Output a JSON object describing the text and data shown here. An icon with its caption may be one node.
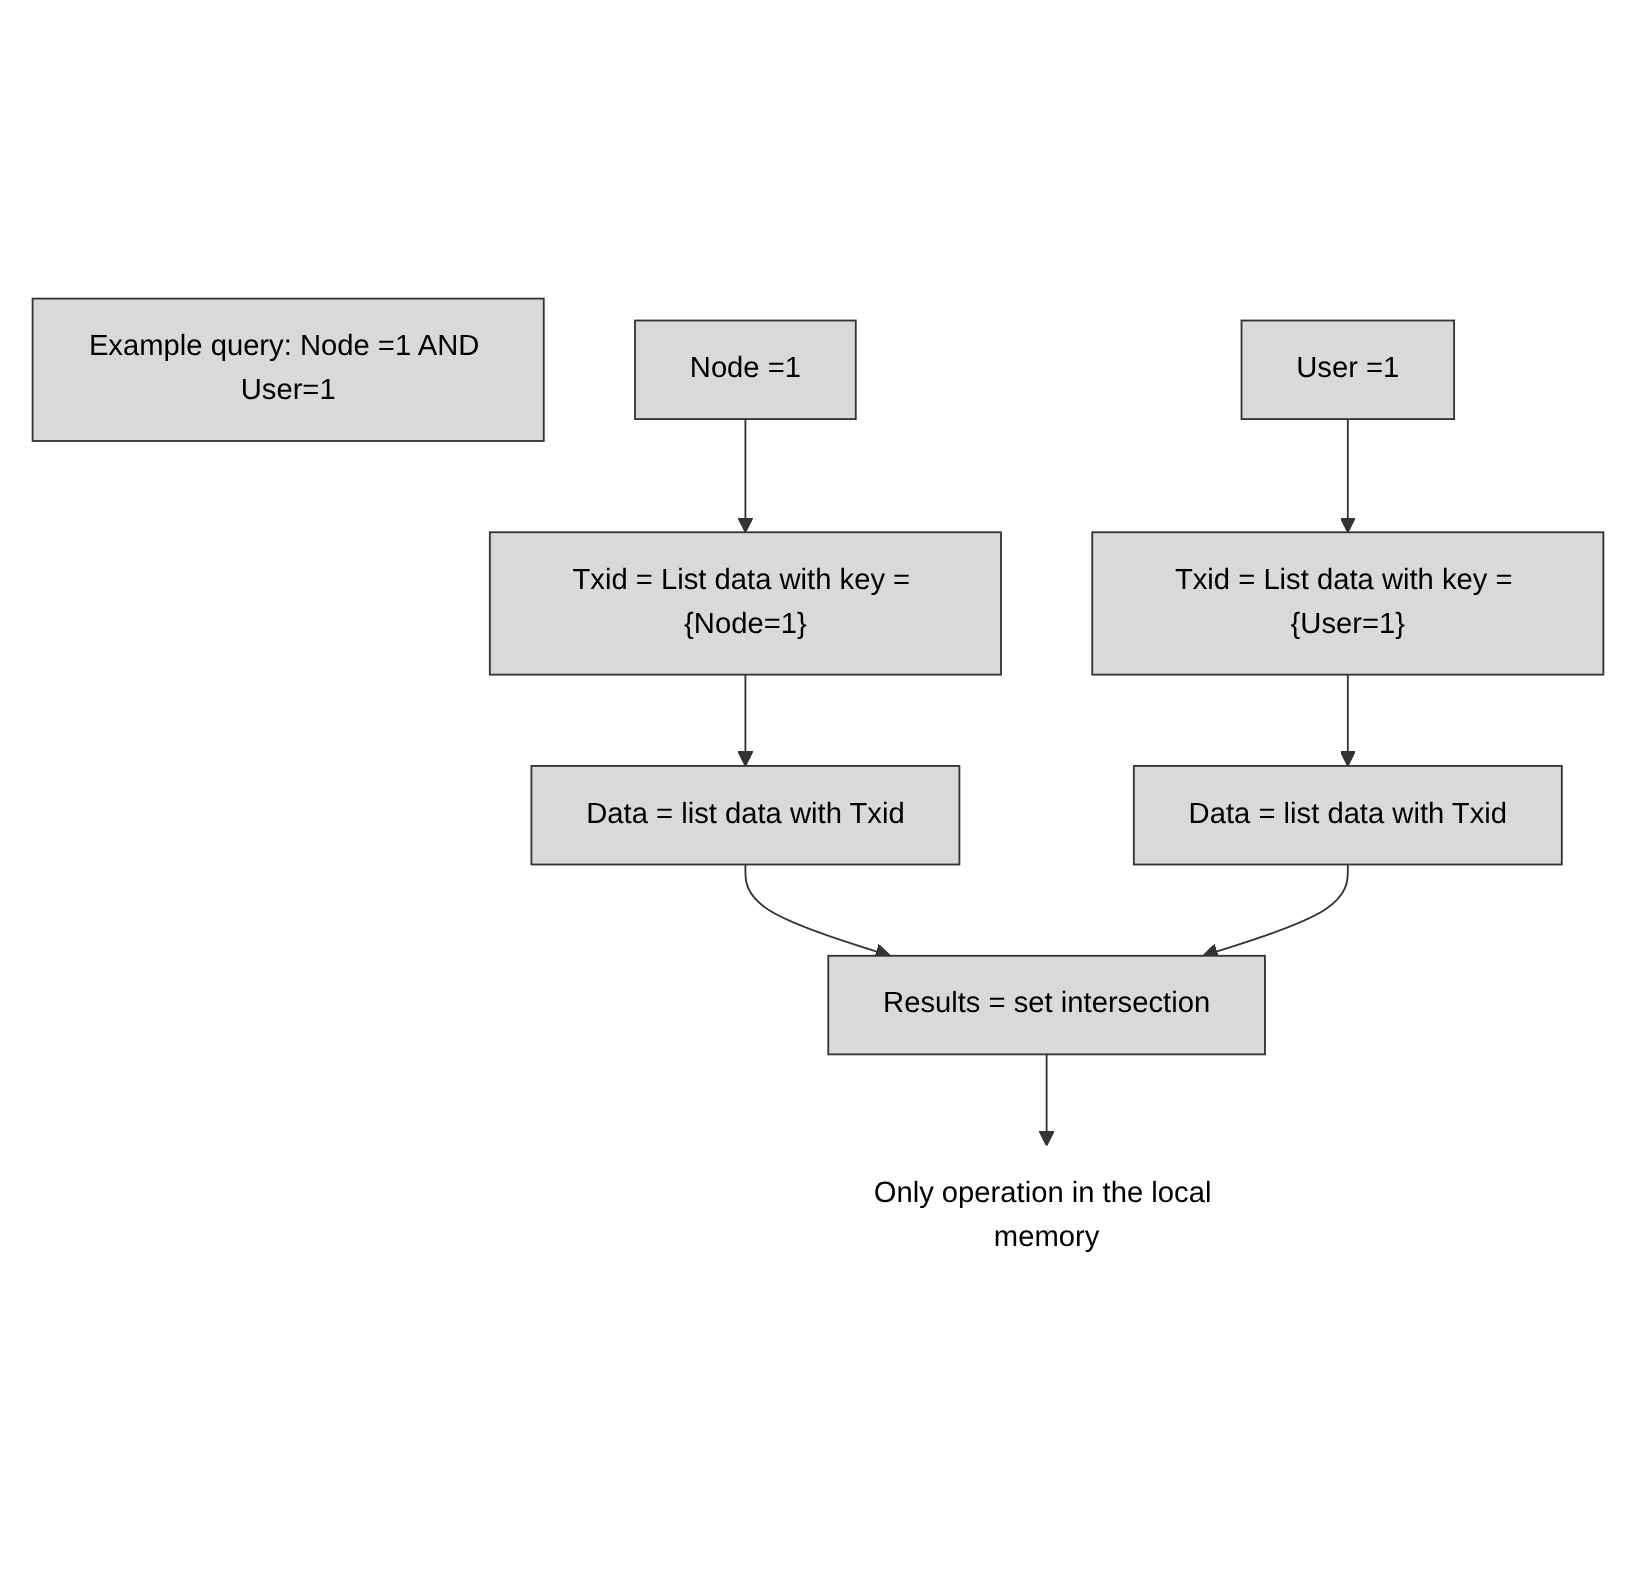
{
  "diagram": {
    "nodes": [
      {
        "text": [
          "Example query: Node =1 AND User=1"
        ]
      },
      {
        "text": [
          "Node =1"
        ]
      },
      {
        "text": [
          "User =1"
        ]
      },
      {
        "text": [
          "Txid = List data with key = {Node=1}"
        ]
      },
      {
        "text": [
          "Txid = List data with key = {User=1}"
        ]
      },
      {
        "text": [
          "Data = list data with Txid"
        ]
      },
      {
        "text": [
          "Data = list data with Txid"
        ]
      },
      {
        "text": [
          "Results = set intersection"
        ]
      },
      {
        "text": [
          "Only operation in the local memory"
        ]
      }
    ],
    "edges": [
      {
        "from": 1,
        "to": 3,
        "arrow": "to"
      },
      {
        "from": 2,
        "to": 4,
        "arrow": "to"
      },
      {
        "from": 3,
        "to": 5,
        "arrow": "to"
      },
      {
        "from": 4,
        "to": 6,
        "arrow": "to"
      },
      {
        "from": 5,
        "to": 7,
        "arrow": "to"
      },
      {
        "from": 6,
        "to": 7,
        "arrow": "to"
      },
      {
        "from": 7,
        "to": 8,
        "arrow": "to"
      }
    ]
  }
}
